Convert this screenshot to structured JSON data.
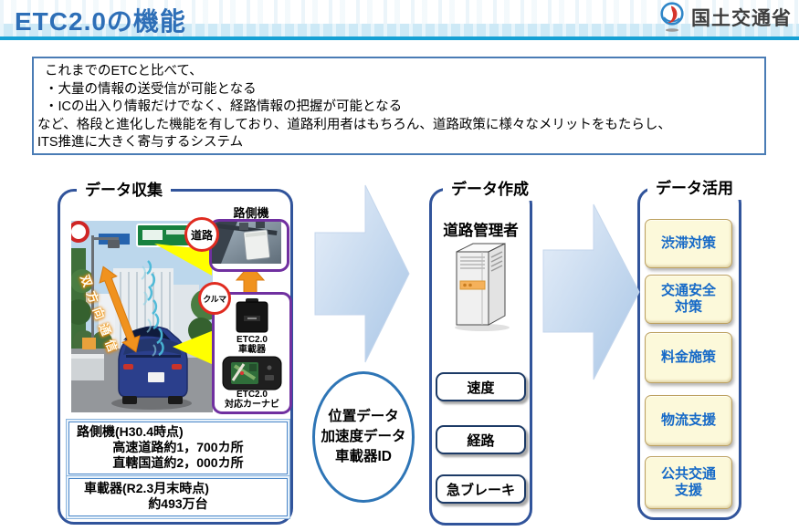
{
  "header": {
    "title": "ETC2.0の機能",
    "ministry": "国土交通省"
  },
  "intro": {
    "lines": [
      "これまでのETCと比べて、",
      "・大量の情報の送受信が可能となる",
      "・ICの出入り情報だけでなく、経路情報の把握が可能となる",
      "など、格段と進化した機能を有しており、道路利用者はもちろん、道路政策に様々なメリットをもたらし、",
      "ITS推進に大きく寄与するシステム"
    ]
  },
  "flow": {
    "collection": {
      "title": "データ収集",
      "bidirectional_label": "双方向通信",
      "roadside_unit_label": "路側機",
      "road_badge": "道路",
      "car_badge": "クルマ",
      "obu_caption": "ETC2.0\n車載器",
      "navi_caption": "ETC2.0\n対応カーナビ",
      "roadside_stats": {
        "title": "路側機(H30.4時点)",
        "line2": "高速道路約1，700カ所",
        "line3": "直轄国道約2，000カ所"
      },
      "obu_stats": {
        "title": "車載器(R2.3月末時点)",
        "line2": "約493万台"
      }
    },
    "transfer": {
      "oval_lines": [
        "位置データ",
        "加速度データ",
        "車載器ID"
      ]
    },
    "creation": {
      "title": "データ作成",
      "manager": "道路管理者",
      "items": [
        "速度",
        "経路",
        "急ブレーキ"
      ]
    },
    "utilization": {
      "title": "データ活用",
      "items": [
        "渋滞対策",
        "交通安全\n対策",
        "料金施策",
        "物流支援",
        "公共交通\n支援"
      ]
    }
  },
  "colors": {
    "title_blue": "#2e6fb7",
    "header_rule": "#16a0d4",
    "column_border": "#31549b",
    "purple_frame": "#7030a0",
    "orange_arrow": "#f0921e",
    "badge_red": "#e02b20",
    "callout_yellow": "#ffff00",
    "usage_box_bg": "#fcf9da",
    "usage_text_blue": "#1569c7"
  }
}
